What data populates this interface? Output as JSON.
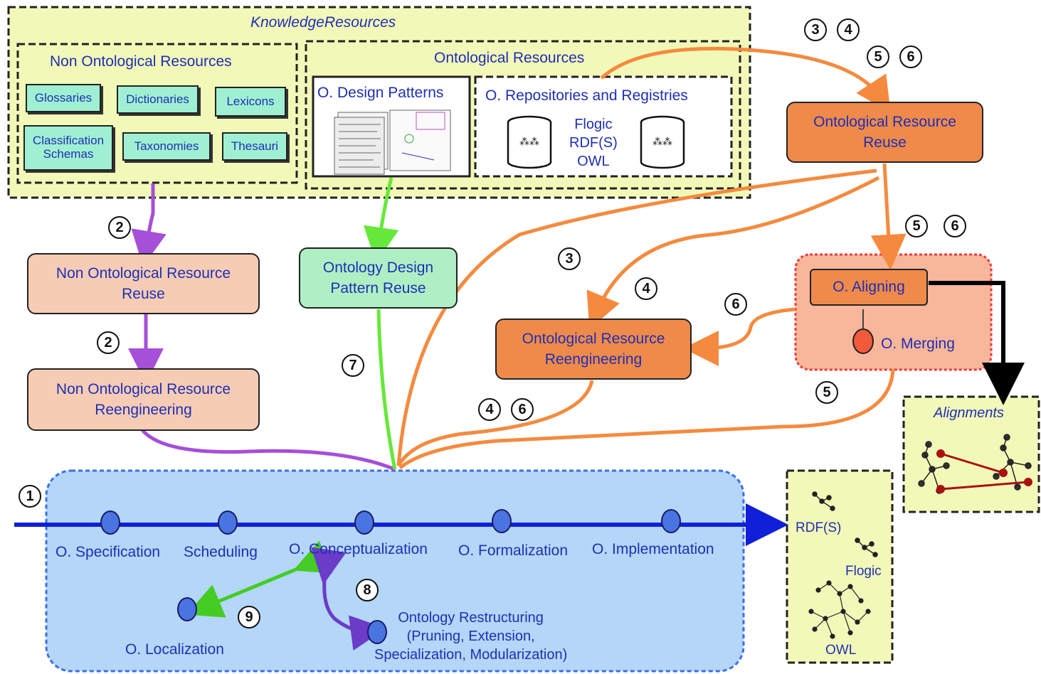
{
  "colors": {
    "knowledge_bg": "#f2f9b8",
    "lane_bg": "#b4d6f8",
    "peach": "#f7ccb5",
    "green_box": "#aef0c4",
    "orange_box": "#f08a4a",
    "note_bg": "#9ff0d2",
    "purple_arrow": "#a64fd8",
    "green_arrow": "#66e83a",
    "orange_arrow": "#f58a3e",
    "lane_line": "#1020d8",
    "text_blue": "#1f2fb4"
  },
  "knowledge": {
    "title": "KnowledgeResources",
    "non_ontological": {
      "title": "Non Ontological Resources",
      "items": [
        "Glossaries",
        "Dictionaries",
        "Lexicons",
        "Classification\nSchemas",
        "Taxonomies",
        "Thesauri"
      ]
    },
    "ontological": {
      "title": "Ontological Resources",
      "design_patterns": "O. Design Patterns",
      "repositories": "O. Repositories and Registries",
      "formats": "Flogic\nRDF(S)\nOWL"
    }
  },
  "processes": {
    "nor_reuse": "Non Ontological Resource\nReuse",
    "nor_reeng": "Non Ontological Resource\nReengineering",
    "odp_reuse": "Ontology Design\nPattern Reuse",
    "or_reuse": "Ontological Resource\nReuse",
    "or_reeng": "Ontological Resource\nReengineering",
    "aligning": "O. Aligning",
    "merging": "O. Merging"
  },
  "lane": {
    "stages": [
      "O. Specification",
      "Scheduling",
      "O. Conceptualization",
      "O. Formalization",
      "O. Implementation"
    ],
    "localization": "O. Localization",
    "restructuring": "Ontology Restructuring\n(Pruning, Extension,\nSpecialization, Modularization)"
  },
  "outputs": {
    "alignments": "Alignments",
    "rdfs": "RDF(S)",
    "flogic": "Flogic",
    "owl": "OWL"
  },
  "numbers": {
    "n1": "1",
    "n2a": "2",
    "n2b": "2",
    "n3a": "3",
    "n4a": "4",
    "n5a": "5",
    "n6a": "6",
    "n5b": "5",
    "n6b": "6",
    "n3b": "3",
    "n4b": "4",
    "n6c": "6",
    "n4c": "4",
    "n6d": "6",
    "n5c": "5",
    "n7": "7",
    "n8": "8",
    "n9": "9"
  }
}
